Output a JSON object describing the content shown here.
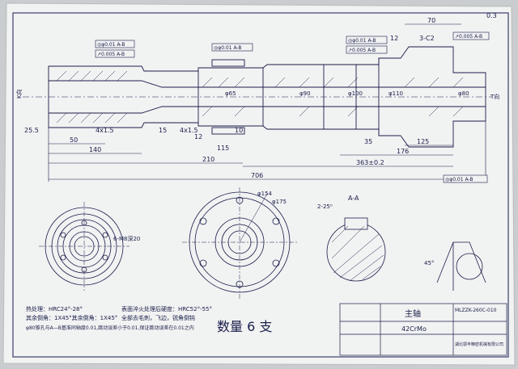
{
  "drawing": {
    "roughness": "0.3",
    "overall_length": "706",
    "section_label": "A-A",
    "view_k": "K向",
    "view_t": "T向"
  },
  "dims": {
    "d140": "140",
    "d210": "210",
    "d706": "706",
    "d363": "363±0.2",
    "d176": "176",
    "d125": "125",
    "d70": "70",
    "d50": "50",
    "d25": "25.5",
    "d15": "15",
    "d115": "115",
    "d12": "12",
    "d10": "10",
    "d35": "35",
    "d4x15a": "4x1.5",
    "d4x15b": "4x1.5",
    "d3c2": "3-C2",
    "d12b": "12",
    "dM8": "6-M8深20",
    "d154": "φ154",
    "d175": "φ175",
    "d2r": "2-25⁰",
    "d45": "45°",
    "dphi110": "φ110",
    "dphi90": "φ90",
    "dphi80": "φ80",
    "dphi65": "φ65",
    "dphi100": "φ100"
  },
  "tolerance_boxes": {
    "t1": "◎φ0.01 A-B",
    "t2": "↗0.005 A-B",
    "t3": "◎φ0.01 A-B",
    "t4": "◎φ0.01 A-B",
    "t5": "↗0.005 A-B",
    "t6": "◎φ0.01 A-B",
    "t7": "↗0.005 A-B"
  },
  "notes": {
    "heat": "热处理：HRC24°-28°",
    "heat2": "其余倒角：1X45°其余倒角：1X45°",
    "hardness": "表面淬火处理后硬度：HRC52°-55°",
    "note3": "全部去毛刺，飞边，锐角倒钝",
    "note4": "φ80锥孔与A—B基准同轴度0.01,跳动误差小于0.01,保证跳动误差在0.01之内"
  },
  "handwriting": "数量 6 支",
  "title_block": {
    "part_name": "主轴",
    "material": "42CrMo",
    "drawing_no": "MLZZK-260C-010",
    "company": "湖北鄂丰精密机械有限公司"
  }
}
